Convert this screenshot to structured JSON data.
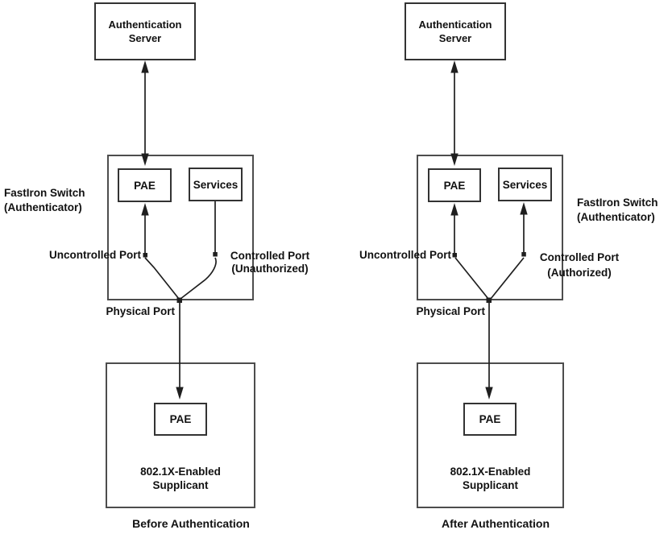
{
  "colors": {
    "background": "#ffffff",
    "big_box_border": "#4d4d4d",
    "small_box_border": "#333333",
    "line": "#1f1f1f",
    "text": "#111111"
  },
  "diagrams": [
    {
      "id": "before",
      "caption": "Before Authentication",
      "auth_server_line1": "Authentication",
      "auth_server_line2": "Server",
      "switch_label_line1": "FastIron Switch",
      "switch_label_line2": "(Authenticator)",
      "switch_pae_label": "PAE",
      "services_label": "Services",
      "uncontrolled_port_label": "Uncontrolled Port",
      "controlled_port_line1": "Controlled Port",
      "controlled_port_line2": "(Unauthorized)",
      "physical_port_label": "Physical Port",
      "supplicant_pae_label": "PAE",
      "supplicant_line1": "802.1X-Enabled",
      "supplicant_line2": "Supplicant"
    },
    {
      "id": "after",
      "caption": "After Authentication",
      "auth_server_line1": "Authentication",
      "auth_server_line2": "Server",
      "switch_label_line1": "FastIron Switch",
      "switch_label_line2": "(Authenticator)",
      "switch_pae_label": "PAE",
      "services_label": "Services",
      "uncontrolled_port_label": "Uncontrolled Port",
      "controlled_port_line1": "Controlled Port",
      "controlled_port_line2": "(Authorized)",
      "physical_port_label": "Physical Port",
      "supplicant_pae_label": "PAE",
      "supplicant_line1": "802.1X-Enabled",
      "supplicant_line2": "Supplicant"
    }
  ]
}
